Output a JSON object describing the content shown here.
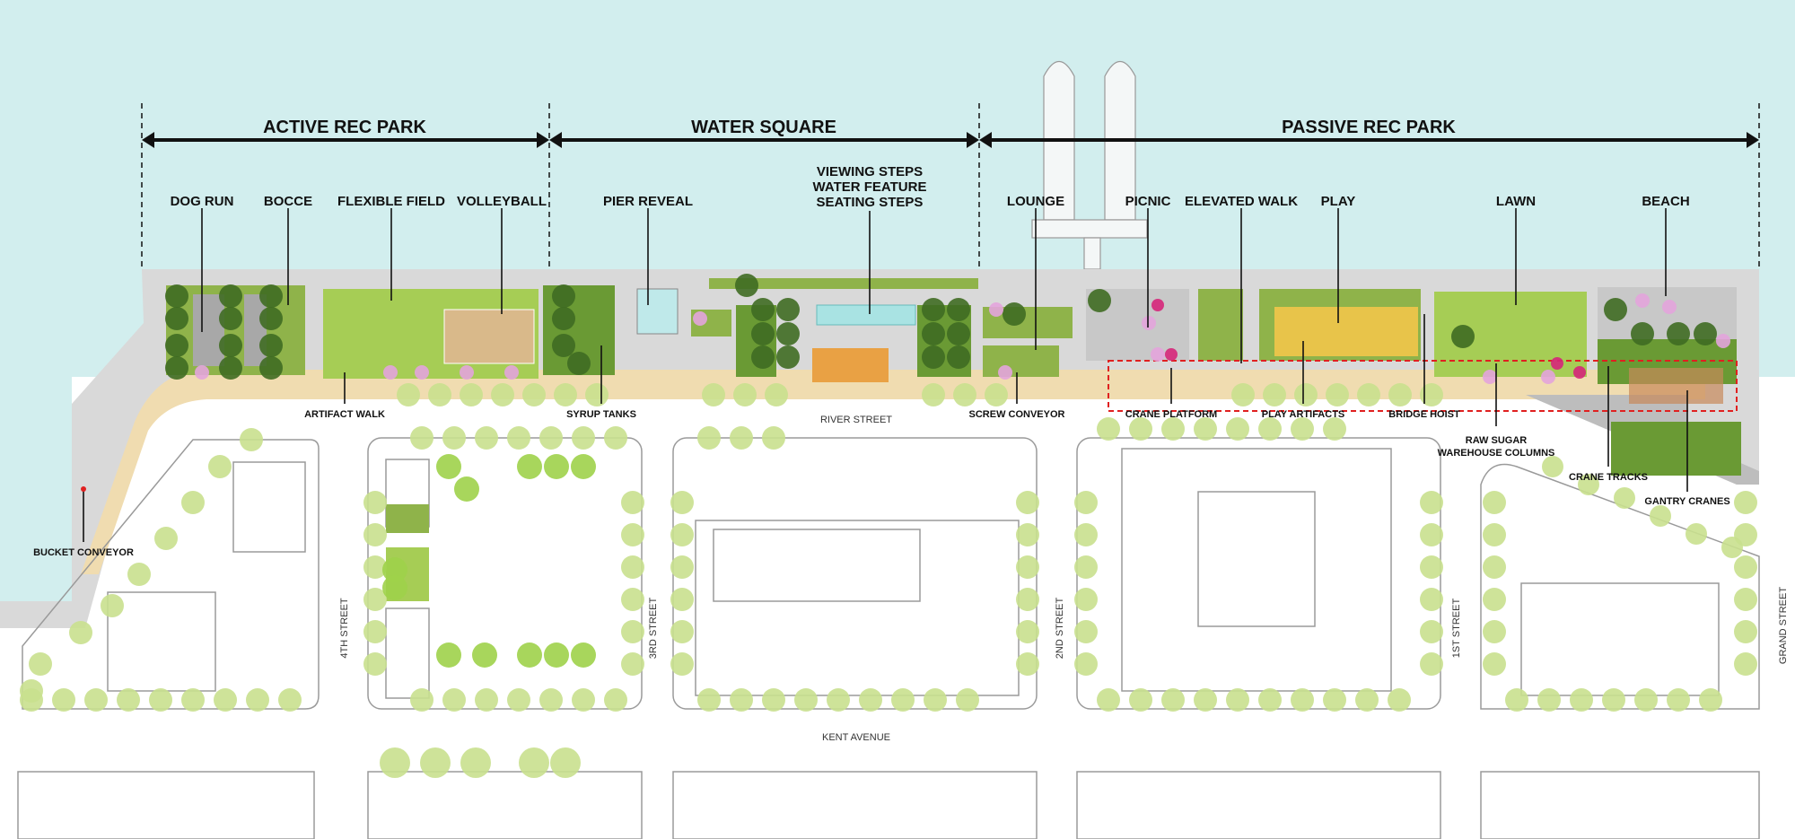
{
  "sections": [
    {
      "label": "ACTIVE REC PARK"
    },
    {
      "label": "WATER SQUARE"
    },
    {
      "label": "PASSIVE REC PARK"
    }
  ],
  "features": {
    "dog_run": "DOG RUN",
    "bocce": "BOCCE",
    "flexible_field": "FLEXIBLE FIELD",
    "volleyball": "VOLLEYBALL",
    "pier_reveal": "PIER REVEAL",
    "viewing_steps": "VIEWING STEPS",
    "water_feature": "WATER FEATURE",
    "seating_steps": "SEATING STEPS",
    "lounge": "LOUNGE",
    "picnic": "PICNIC",
    "elevated_walk": "ELEVATED WALK",
    "play": "PLAY",
    "lawn": "LAWN",
    "beach": "BEACH"
  },
  "artifacts": {
    "artifact_walk": "ARTIFACT WALK",
    "syrup_tanks": "SYRUP TANKS",
    "screw_conveyor": "SCREW CONVEYOR",
    "crane_platform": "CRANE PLATFORM",
    "play_artifacts": "PLAY ARTIFACTS",
    "bridge_hoist": "BRIDGE HOIST",
    "raw_sugar_1": "RAW SUGAR",
    "raw_sugar_2": "WAREHOUSE COLUMNS",
    "crane_tracks": "CRANE TRACKS",
    "gantry_cranes": "GANTRY CRANES",
    "bucket_conveyor": "BUCKET CONVEYOR"
  },
  "streets": {
    "river": "RIVER STREET",
    "kent": "KENT AVENUE",
    "fourth": "4TH STREET",
    "third": "3RD STREET",
    "second": "2ND STREET",
    "first": "1ST STREET",
    "grand": "GRAND STREET"
  },
  "colors": {
    "water": "#d2eeee",
    "lawn": "#a6cd55",
    "tree_dark": "#3f6b22",
    "tree_light": "#c9e08e",
    "deck": "#f0dcb0",
    "paving": "#d9d9d9",
    "accent_red": "#e02020"
  }
}
